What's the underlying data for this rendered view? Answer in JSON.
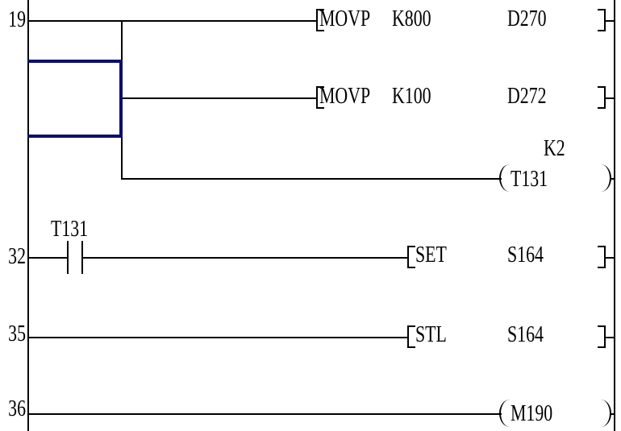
{
  "colors": {
    "background": "#ffffff",
    "wire": "#000000",
    "cursor_box": "#0d0d6e"
  },
  "rungs": {
    "r19": {
      "step": "19",
      "movp1": {
        "op": "MOVP",
        "source": "K800",
        "dest": "D270"
      },
      "movp2": {
        "op": "MOVP",
        "source": "K100",
        "dest": "D272"
      },
      "timer_coil": {
        "device": "T131",
        "preset": "K2"
      }
    },
    "r32": {
      "step": "32",
      "contact": {
        "device": "T131"
      },
      "instr": {
        "op": "SET",
        "operand": "S164"
      }
    },
    "r35": {
      "step": "35",
      "instr": {
        "op": "STL",
        "operand": "S164"
      }
    },
    "r36": {
      "step": "36",
      "coil": {
        "device": "M190"
      }
    }
  }
}
